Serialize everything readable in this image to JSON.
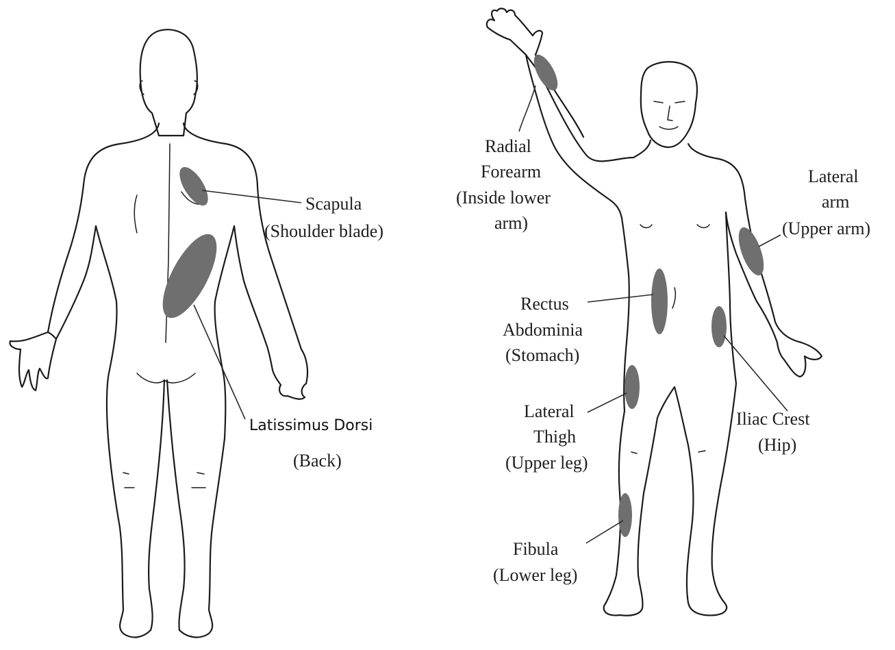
{
  "back_view": {
    "scapula": {
      "line1": "Scapula",
      "line2": "(Shoulder blade)"
    },
    "latissimus": {
      "line1": "Latissimus Dorsi",
      "line2": "(Back)"
    }
  },
  "front_view": {
    "radial_forearm": {
      "line1": "Radial",
      "line2": "Forearm",
      "line3": "(Inside lower",
      "line4": "arm)"
    },
    "lateral_arm": {
      "line1": "Lateral",
      "line2": "arm",
      "line3": "(Upper arm)"
    },
    "rectus": {
      "line1": "Rectus",
      "line2": "Abdominia",
      "line3": "(Stomach)"
    },
    "lateral_thigh": {
      "line1": "Lateral",
      "line2": "Thigh",
      "line3": "(Upper leg)"
    },
    "iliac": {
      "line1": "Iliac Crest",
      "line2": "(Hip)"
    },
    "fibula": {
      "line1": "Fibula",
      "line2": "(Lower leg)"
    }
  },
  "colors": {
    "injection_site": "#6f6f6f",
    "outline": "#1a1a1a",
    "background": "#ffffff"
  }
}
